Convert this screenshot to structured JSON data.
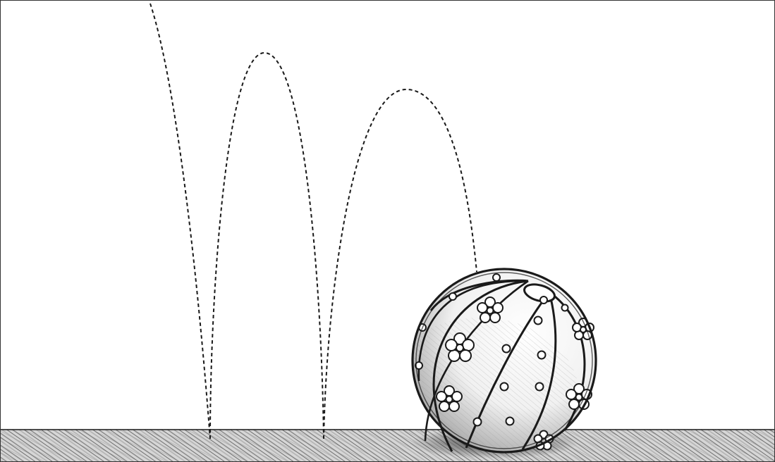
{
  "scene": {
    "subject": "beach-ball",
    "path_style": "dashed",
    "bounces_shown": 3,
    "colors": {
      "background": "#ffffff",
      "ink": "#1a1a1a",
      "ground_shade": "#9a9a9a",
      "ball_shade": "#cfcfcf"
    }
  }
}
